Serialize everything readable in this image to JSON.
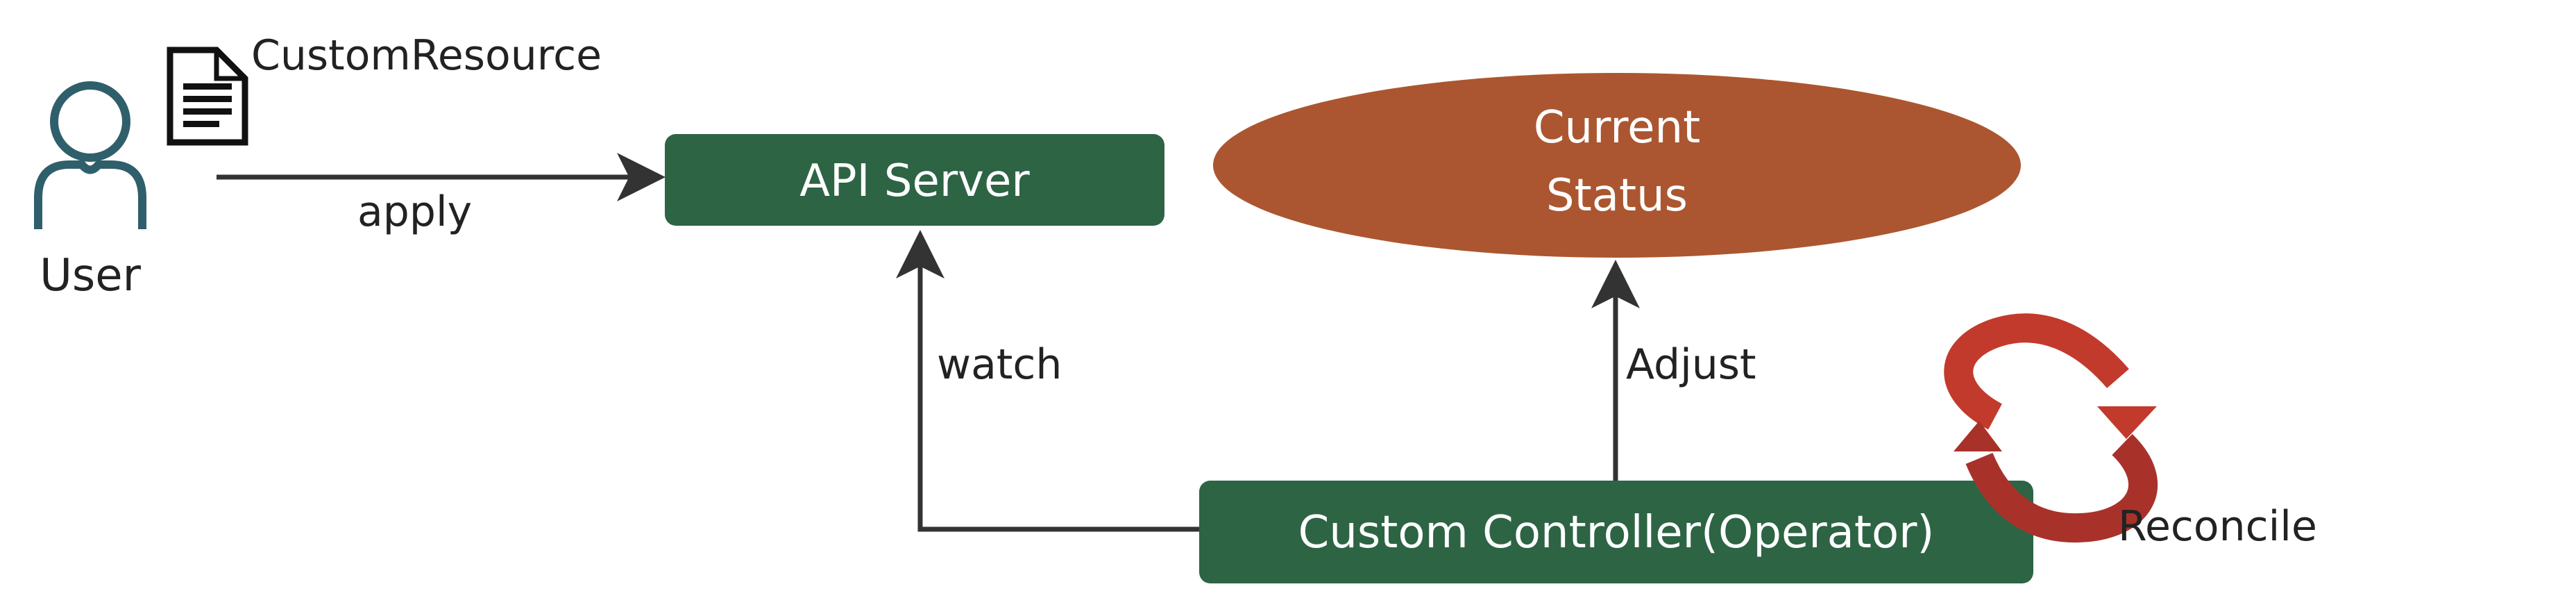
{
  "user": {
    "label": "User"
  },
  "document": {
    "label": "CustomResource"
  },
  "edges": {
    "apply": "apply",
    "watch": "watch",
    "adjust": "Adjust",
    "reconcile": "Reconcile"
  },
  "nodes": {
    "api_server": "API Server",
    "current_status_line1": "Current",
    "current_status_line2": "Status",
    "controller": "Custom Controller(Operator)"
  },
  "colors": {
    "box_green": "#2d6444",
    "ellipse_orange": "#ab5630",
    "cycle_red": "#c23a2c",
    "user_teal": "#2f5f6b",
    "line_dark": "#333333"
  }
}
